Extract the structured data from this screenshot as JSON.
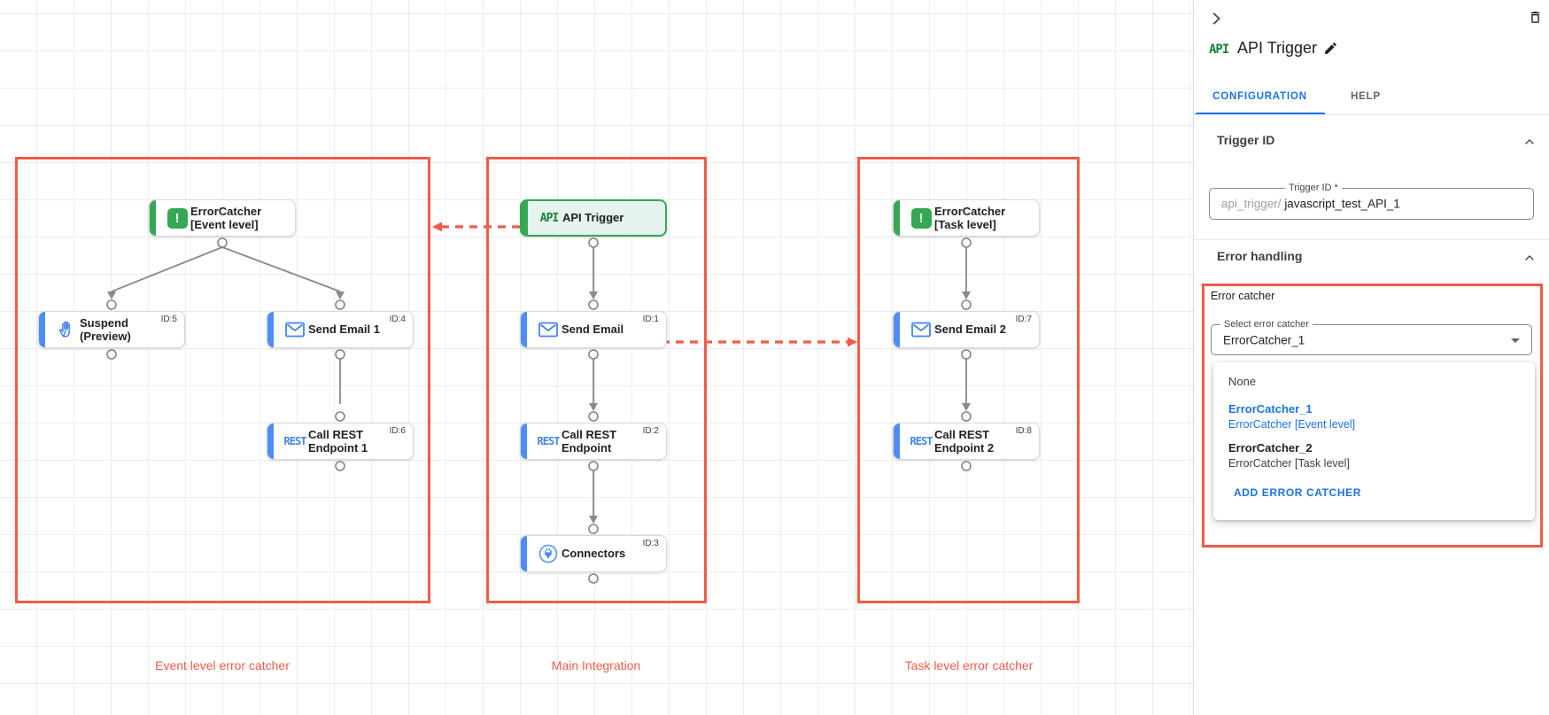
{
  "colors": {
    "accent_red": "#F25B49",
    "dot_red": "#C5221F",
    "blue": "#1A73E8",
    "green": "#34A853",
    "task_blue": "#4285F4"
  },
  "canvas": {
    "groups": [
      {
        "label": "Event level error catcher"
      },
      {
        "label": "Main Integration"
      },
      {
        "label": "Task level error catcher"
      }
    ],
    "icons": {
      "rest": "REST",
      "api": "API",
      "error_mark": "!"
    },
    "nodes": {
      "error_catcher_event": {
        "label": "ErrorCatcher",
        "label2": "[Event level]"
      },
      "suspend": {
        "label": "Suspend",
        "label2": "(Preview)",
        "id": "ID:5"
      },
      "send_email_1": {
        "label": "Send Email 1",
        "id": "ID:4"
      },
      "call_rest_1": {
        "label": "Call REST",
        "label2": "Endpoint 1",
        "id": "ID:6"
      },
      "api_trigger": {
        "label": "API Trigger"
      },
      "send_email": {
        "label": "Send Email",
        "id": "ID:1"
      },
      "call_rest": {
        "label": "Call REST",
        "label2": "Endpoint",
        "id": "ID:2"
      },
      "connectors": {
        "label": "Connectors",
        "id": "ID:3"
      },
      "error_catcher_task": {
        "label": "ErrorCatcher",
        "label2": "[Task level]"
      },
      "send_email_2": {
        "label": "Send Email 2",
        "id": "ID:7"
      },
      "call_rest_2": {
        "label": "Call REST",
        "label2": "Endpoint 2",
        "id": "ID:8"
      }
    }
  },
  "panel": {
    "api_badge": "API",
    "title": "API Trigger",
    "tabs": {
      "configuration": "CONFIGURATION",
      "help": "HELP"
    },
    "trigger_id": {
      "heading": "Trigger ID",
      "field_label": "Trigger ID *",
      "prefix": "api_trigger/",
      "value": "javascript_test_API_1"
    },
    "error_handling": {
      "heading": "Error handling",
      "error_catcher_label": "Error catcher",
      "select_label": "Select error catcher",
      "select_value": "ErrorCatcher_1",
      "options": [
        {
          "name": "None",
          "detail": ""
        },
        {
          "name": "ErrorCatcher_1",
          "detail": "ErrorCatcher [Event level]"
        },
        {
          "name": "ErrorCatcher_2",
          "detail": "ErrorCatcher [Task level]"
        }
      ],
      "add_button": "ADD ERROR CATCHER"
    }
  }
}
